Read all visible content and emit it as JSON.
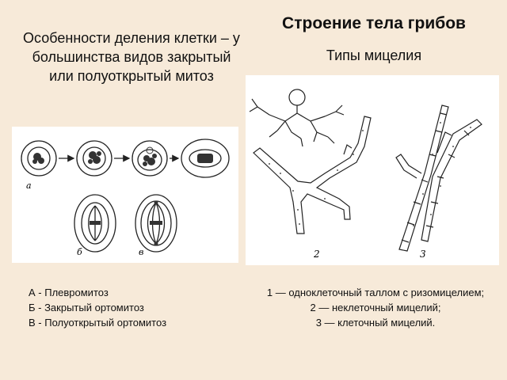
{
  "title": "Строение тела грибов",
  "subtitle": "Типы мицелия",
  "left_heading": "Особенности деления клетки – у большинства видов закрытый или полуоткрытый митоз",
  "figure_mitosis": {
    "labels": {
      "a": "а",
      "b": "б",
      "c": "в"
    }
  },
  "figure_mycelium": {
    "labels": {
      "two": "2",
      "three": "3"
    }
  },
  "legend_left": [
    "А - Плевромитоз",
    "Б - Закрытый ортомитоз",
    "В - Полуоткрытый ортомитоз"
  ],
  "legend_right": [
    "1 — одноклеточный таллом с ризомицелием;",
    "2 — неклеточный мицелий;",
    "3 — клеточный мицелий."
  ]
}
